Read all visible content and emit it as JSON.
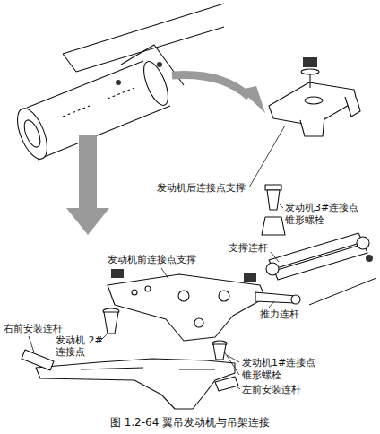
{
  "diagram": {
    "caption": "图 1.2-64 翼吊发动机与吊架连接",
    "labels": [
      "发动机后连接点支撑",
      "发动机3#连接点",
      "锥形螺栓",
      "支撑连杆",
      "发动机前连接点支撑",
      "推力连杆",
      "右前安装连杆",
      "发动机 2#连接点",
      "发动机1#连接点",
      "锥形螺栓",
      "左前安装连杆"
    ]
  }
}
